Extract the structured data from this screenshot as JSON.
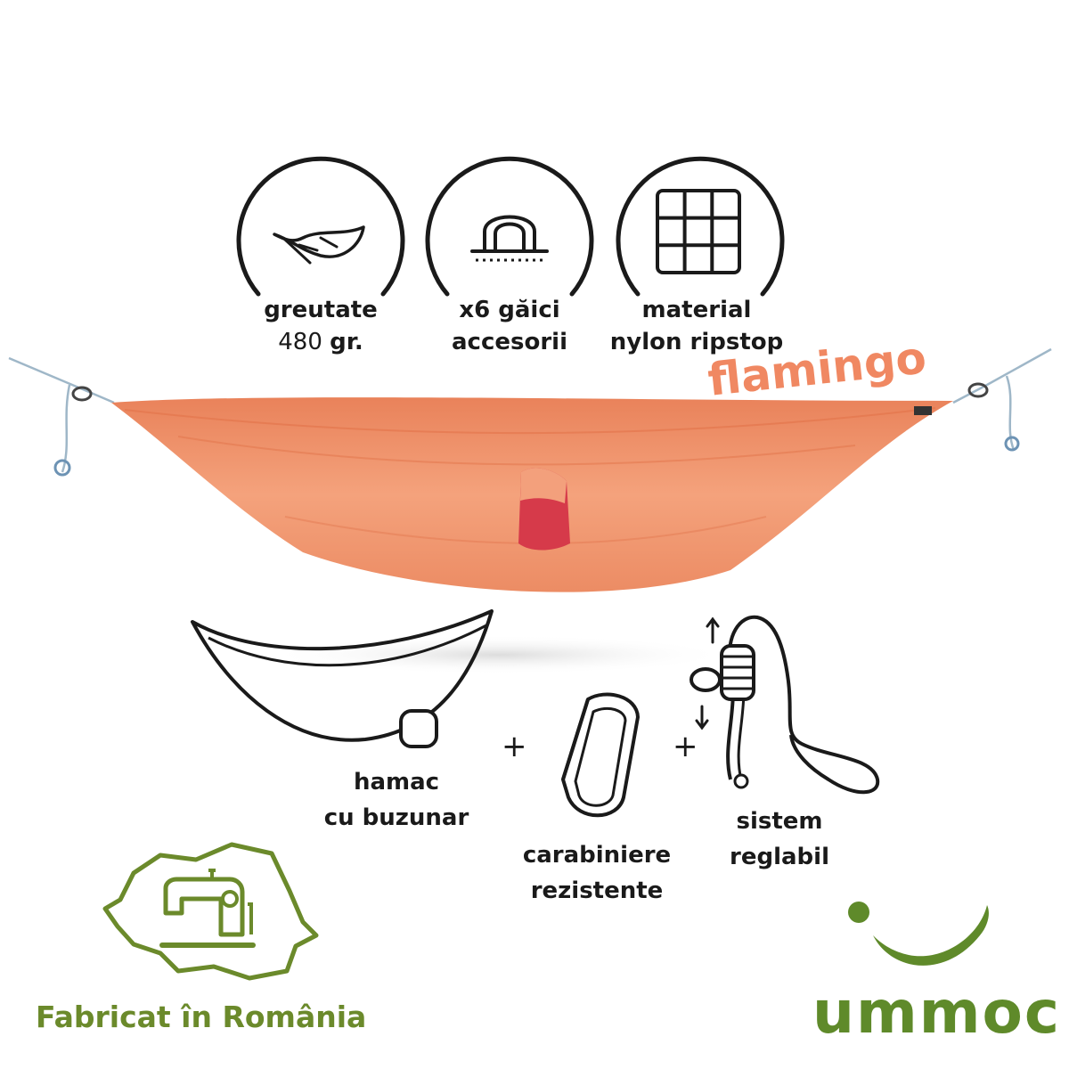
{
  "features": [
    {
      "icon": "feather-icon",
      "line1": "greutate",
      "line2_value": "480",
      "line2_unit": "gr."
    },
    {
      "icon": "tent-clip-icon",
      "line1": "x6 găici",
      "line2": "accesorii"
    },
    {
      "icon": "grid-fabric-icon",
      "line1": "material",
      "line2": "nylon ripstop"
    }
  ],
  "product": {
    "color_name": "flamingo",
    "color": "#f08862"
  },
  "accessories": [
    {
      "icon": "hammock-icon",
      "line1": "hamac",
      "line2": "cu buzunar"
    },
    {
      "icon": "carabiner-icon",
      "line1": "carabiniere",
      "line2": "rezistente"
    },
    {
      "icon": "rope-knot-icon",
      "line1": "sistem",
      "line2": "reglabil"
    }
  ],
  "plus_symbol": "+",
  "origin": {
    "label": "Fabricat în România",
    "color": "#6b8a2b"
  },
  "brand": {
    "name": "ummoc",
    "color": "#5f8a2a"
  }
}
